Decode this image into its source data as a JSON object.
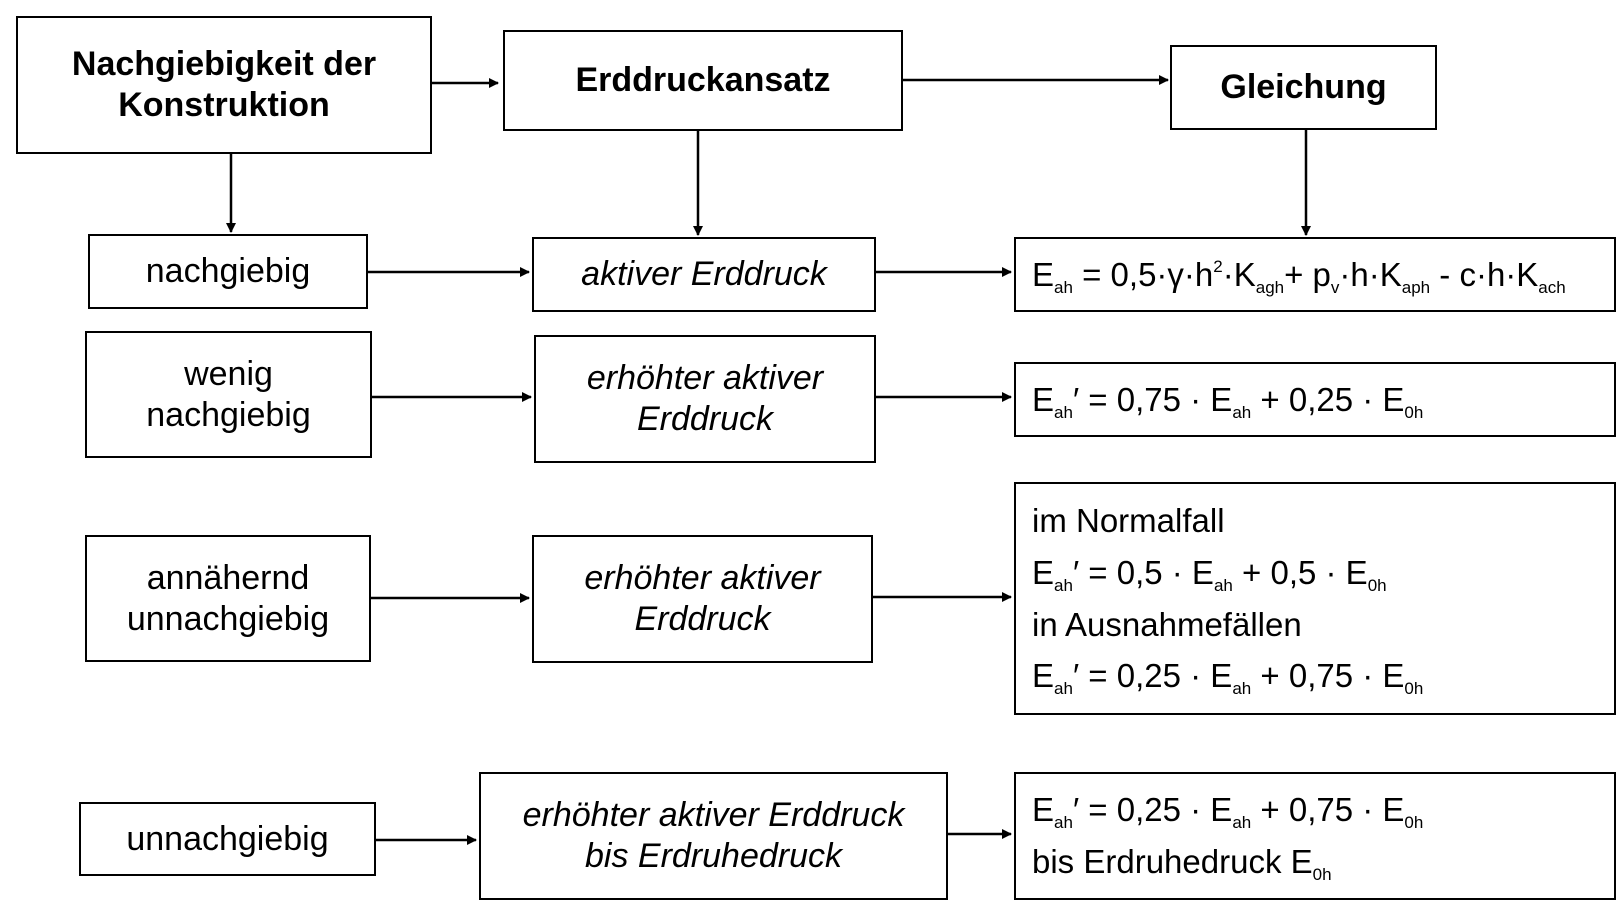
{
  "headers": {
    "col1": "Nachgiebigkeit der Konstruktion",
    "col2": "Erddruckansatz",
    "col3": "Gleichung"
  },
  "rows": [
    {
      "stiffness": "nachgiebig",
      "approach": "aktiver Erddruck"
    },
    {
      "stiffness": "wenig nachgiebig",
      "approach": "erhöhter aktiver Erddruck"
    },
    {
      "stiffness": "annähernd unnachgiebig",
      "approach": "erhöhter aktiver Erddruck"
    },
    {
      "stiffness": "unnachgiebig",
      "approach": "erhöhter aktiver Erddruck bis Erdruhedruck"
    }
  ],
  "equations": {
    "row1": {
      "e": "E",
      "ah": "ah",
      "eq_mid": " = 0,5·γ·h",
      "sq": "2",
      "k1_pre": "·K",
      "agh": "agh",
      "plus_p": "+ p",
      "v": "v",
      "h_k": "·h·K",
      "aph": "aph",
      "minus_c": " - c·h·K",
      "ach": "ach"
    },
    "row2": {
      "e": "E",
      "ah": "ah",
      "lhs_rest": "′ = 0,75 · E",
      "ah2": "ah",
      "mid": " + 0,25 · E",
      "oh": "0h"
    },
    "row3": {
      "normal_label": "im Normalfall",
      "normal": {
        "e": "E",
        "ah": "ah",
        "lhs_rest": "′ = 0,5 · E",
        "ah2": "ah",
        "mid": " + 0,5 · E",
        "oh": "0h"
      },
      "exception_label": "in Ausnahmefällen",
      "exception": {
        "e": "E",
        "ah": "ah",
        "lhs_rest": "′ = 0,25 · E",
        "ah2": "ah",
        "mid": " + 0,75 · E",
        "oh": "0h"
      }
    },
    "row4": {
      "eq": {
        "e": "E",
        "ah": "ah",
        "lhs_rest": "′ = 0,25 · E",
        "ah2": "ah",
        "mid": " + 0,75 · E",
        "oh": "0h"
      },
      "suffix_text": "bis Erdruhedruck E",
      "suffix_sub": "0h"
    }
  }
}
